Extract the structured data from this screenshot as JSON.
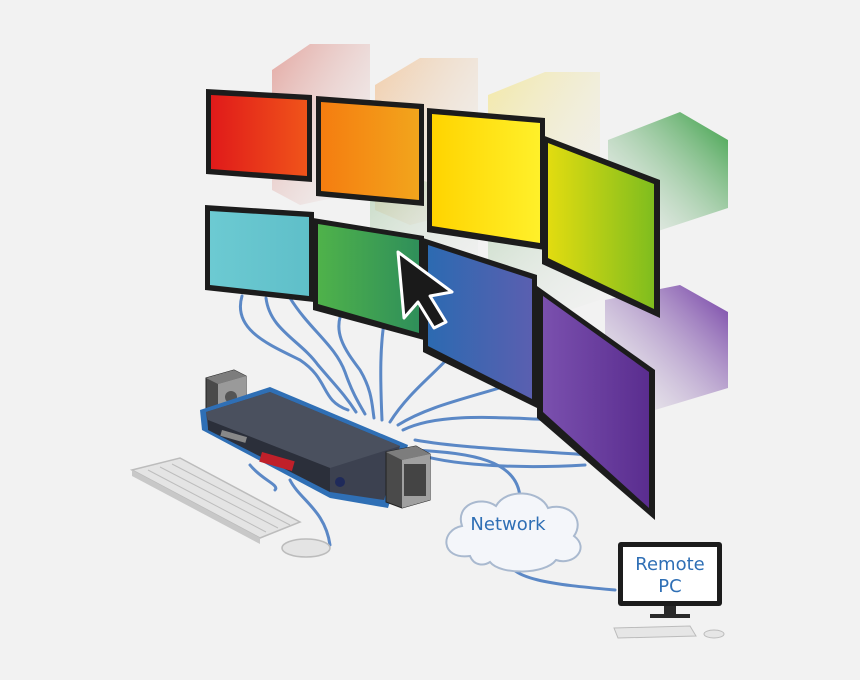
{
  "network": {
    "label": "Network"
  },
  "remote_pc": {
    "line1": "Remote",
    "line2": "PC"
  },
  "colors": {
    "background": "#f2f2f2",
    "cable": "#5b88c6",
    "bezel": "#1c1c1c",
    "kvm_body": "#3c4150",
    "kvm_outline": "#2f6fb5",
    "label_text": "#2f6fb5",
    "screen_red": "#e2211c",
    "screen_orange": "#f08a12",
    "screen_yellow": "#fce500",
    "screen_lime": "#b9d400",
    "screen_cyan": "#6cc7cf",
    "screen_green": "#4daa3e",
    "screen_blue": "#2e63ae",
    "screen_purple": "#6c3b9e"
  },
  "icons": [
    "mouse-pointer-icon",
    "network-cloud-icon",
    "keyboard-icon",
    "mouse-icon",
    "speaker-icon",
    "kvm-switch-icon",
    "remote-pc-icon"
  ]
}
